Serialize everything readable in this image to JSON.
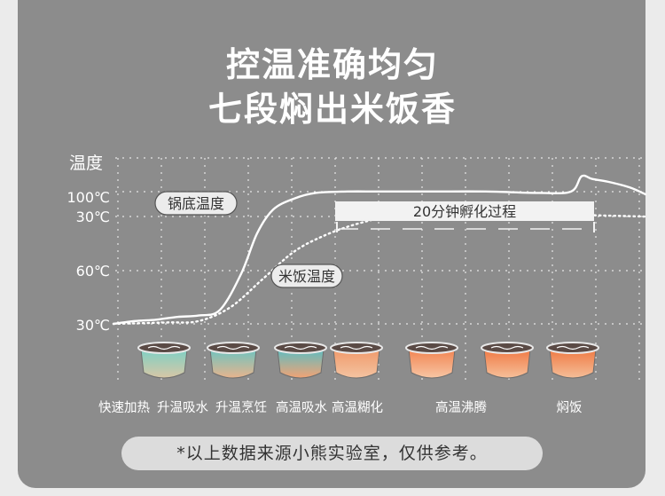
{
  "headline": {
    "line1": "控温准确均匀",
    "line2": "七段焖出米饭香"
  },
  "footnote": "*以上数据来源小熊实验室，仅供参考。",
  "colors": {
    "background": "#8c8c8c",
    "curve": "#ffffff",
    "label_bg": "#ececec",
    "pot_teal": "#6fc3bf",
    "pot_orange": "#f0804a"
  },
  "chart_data": {
    "type": "line",
    "ylabel": "温度",
    "y_ticks": [
      "100℃",
      "30℃",
      "60℃",
      "30℃"
    ],
    "stages": [
      "快速加热",
      "升温吸水",
      "升温烹饪",
      "高温吸水",
      "高温糊化",
      "高温沸腾",
      "焖饭"
    ],
    "stage_colors": [
      [
        "#7fd0c4",
        "#d8c7a6"
      ],
      [
        "#6fc3bf",
        "#e7b48d"
      ],
      [
        "#5fbcc0",
        "#f2a374"
      ],
      [
        "#f09a6b",
        "#f4c3a1"
      ],
      [
        "#f28452",
        "#f7c6a4"
      ],
      [
        "#f07a45",
        "#f6c09a"
      ],
      [
        "#ef7a44",
        "#f5be98"
      ]
    ],
    "series": [
      {
        "name": "锅底温度",
        "style": "solid",
        "x": [
          0,
          0.04,
          0.08,
          0.12,
          0.16,
          0.2,
          0.24,
          0.27,
          0.3,
          0.34,
          0.38,
          0.44,
          0.5,
          0.6,
          0.7,
          0.8,
          0.86,
          0.88,
          0.9,
          0.93,
          0.97,
          1.0
        ],
        "y": [
          0.0,
          0.02,
          0.03,
          0.05,
          0.06,
          0.1,
          0.36,
          0.65,
          0.82,
          0.9,
          0.94,
          0.95,
          0.95,
          0.95,
          0.95,
          0.94,
          0.95,
          1.06,
          1.04,
          1.02,
          0.98,
          0.93
        ]
      },
      {
        "name": "米饭温度",
        "style": "dotted",
        "x": [
          0,
          0.1,
          0.16,
          0.22,
          0.28,
          0.34,
          0.4,
          0.46,
          0.52,
          0.6,
          0.7,
          0.8,
          0.9,
          1.0
        ],
        "y": [
          0.0,
          0.01,
          0.02,
          0.12,
          0.32,
          0.52,
          0.64,
          0.72,
          0.77,
          0.79,
          0.79,
          0.79,
          0.78,
          0.77
        ]
      }
    ],
    "annotations": [
      "20分钟孵化过程"
    ],
    "grid": true
  }
}
